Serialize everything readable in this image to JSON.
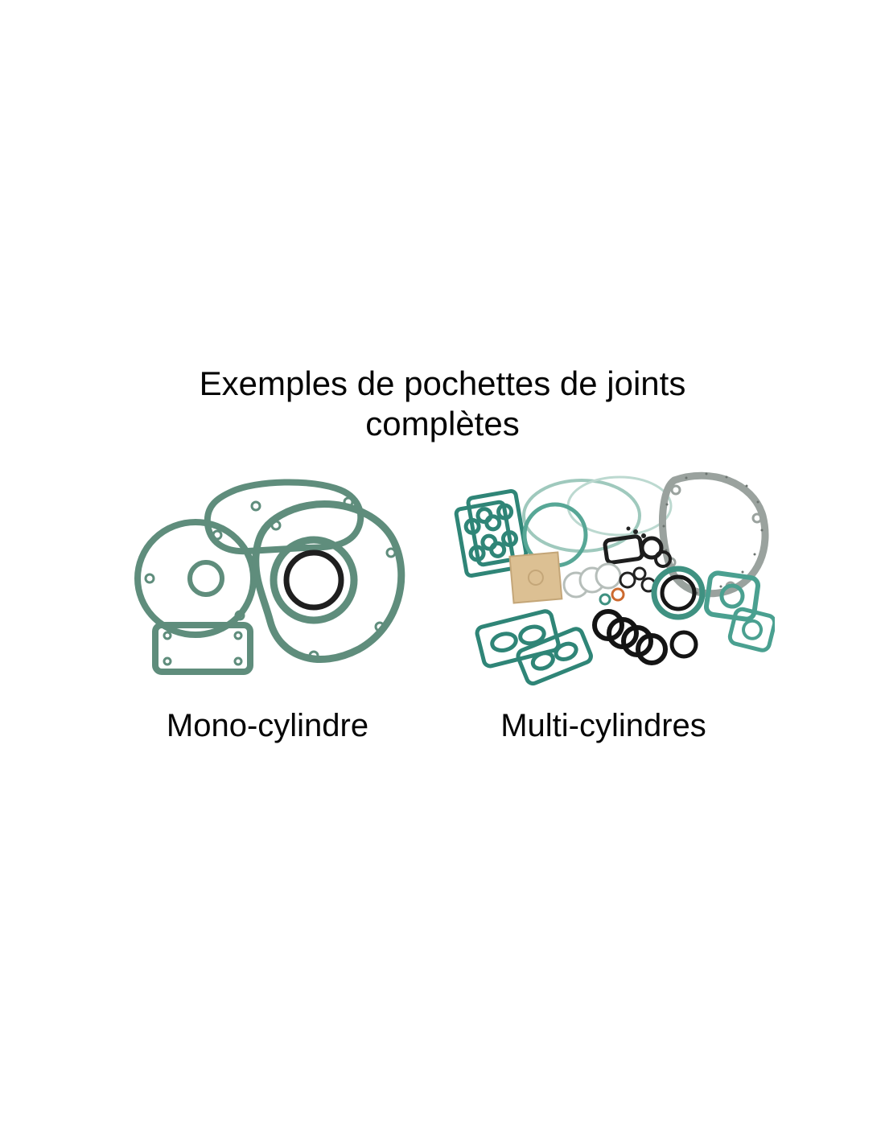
{
  "title": {
    "line1": "Exemples de pochettes de joints",
    "line2": "complètes"
  },
  "captions": {
    "mono": "Mono-cylindre",
    "multi": "Multi-cylindres"
  },
  "palette": {
    "background": "#ffffff",
    "text": "#050505",
    "gasket_green": "#5f8d7c",
    "gasket_teal": "#2f8577",
    "gasket_light_teal": "#9fc9bd",
    "oring_black": "#1a1a1a",
    "paper_tan": "#dcc093",
    "metal_gray": "#9aa29e",
    "oring_orange": "#cc6a2f"
  }
}
